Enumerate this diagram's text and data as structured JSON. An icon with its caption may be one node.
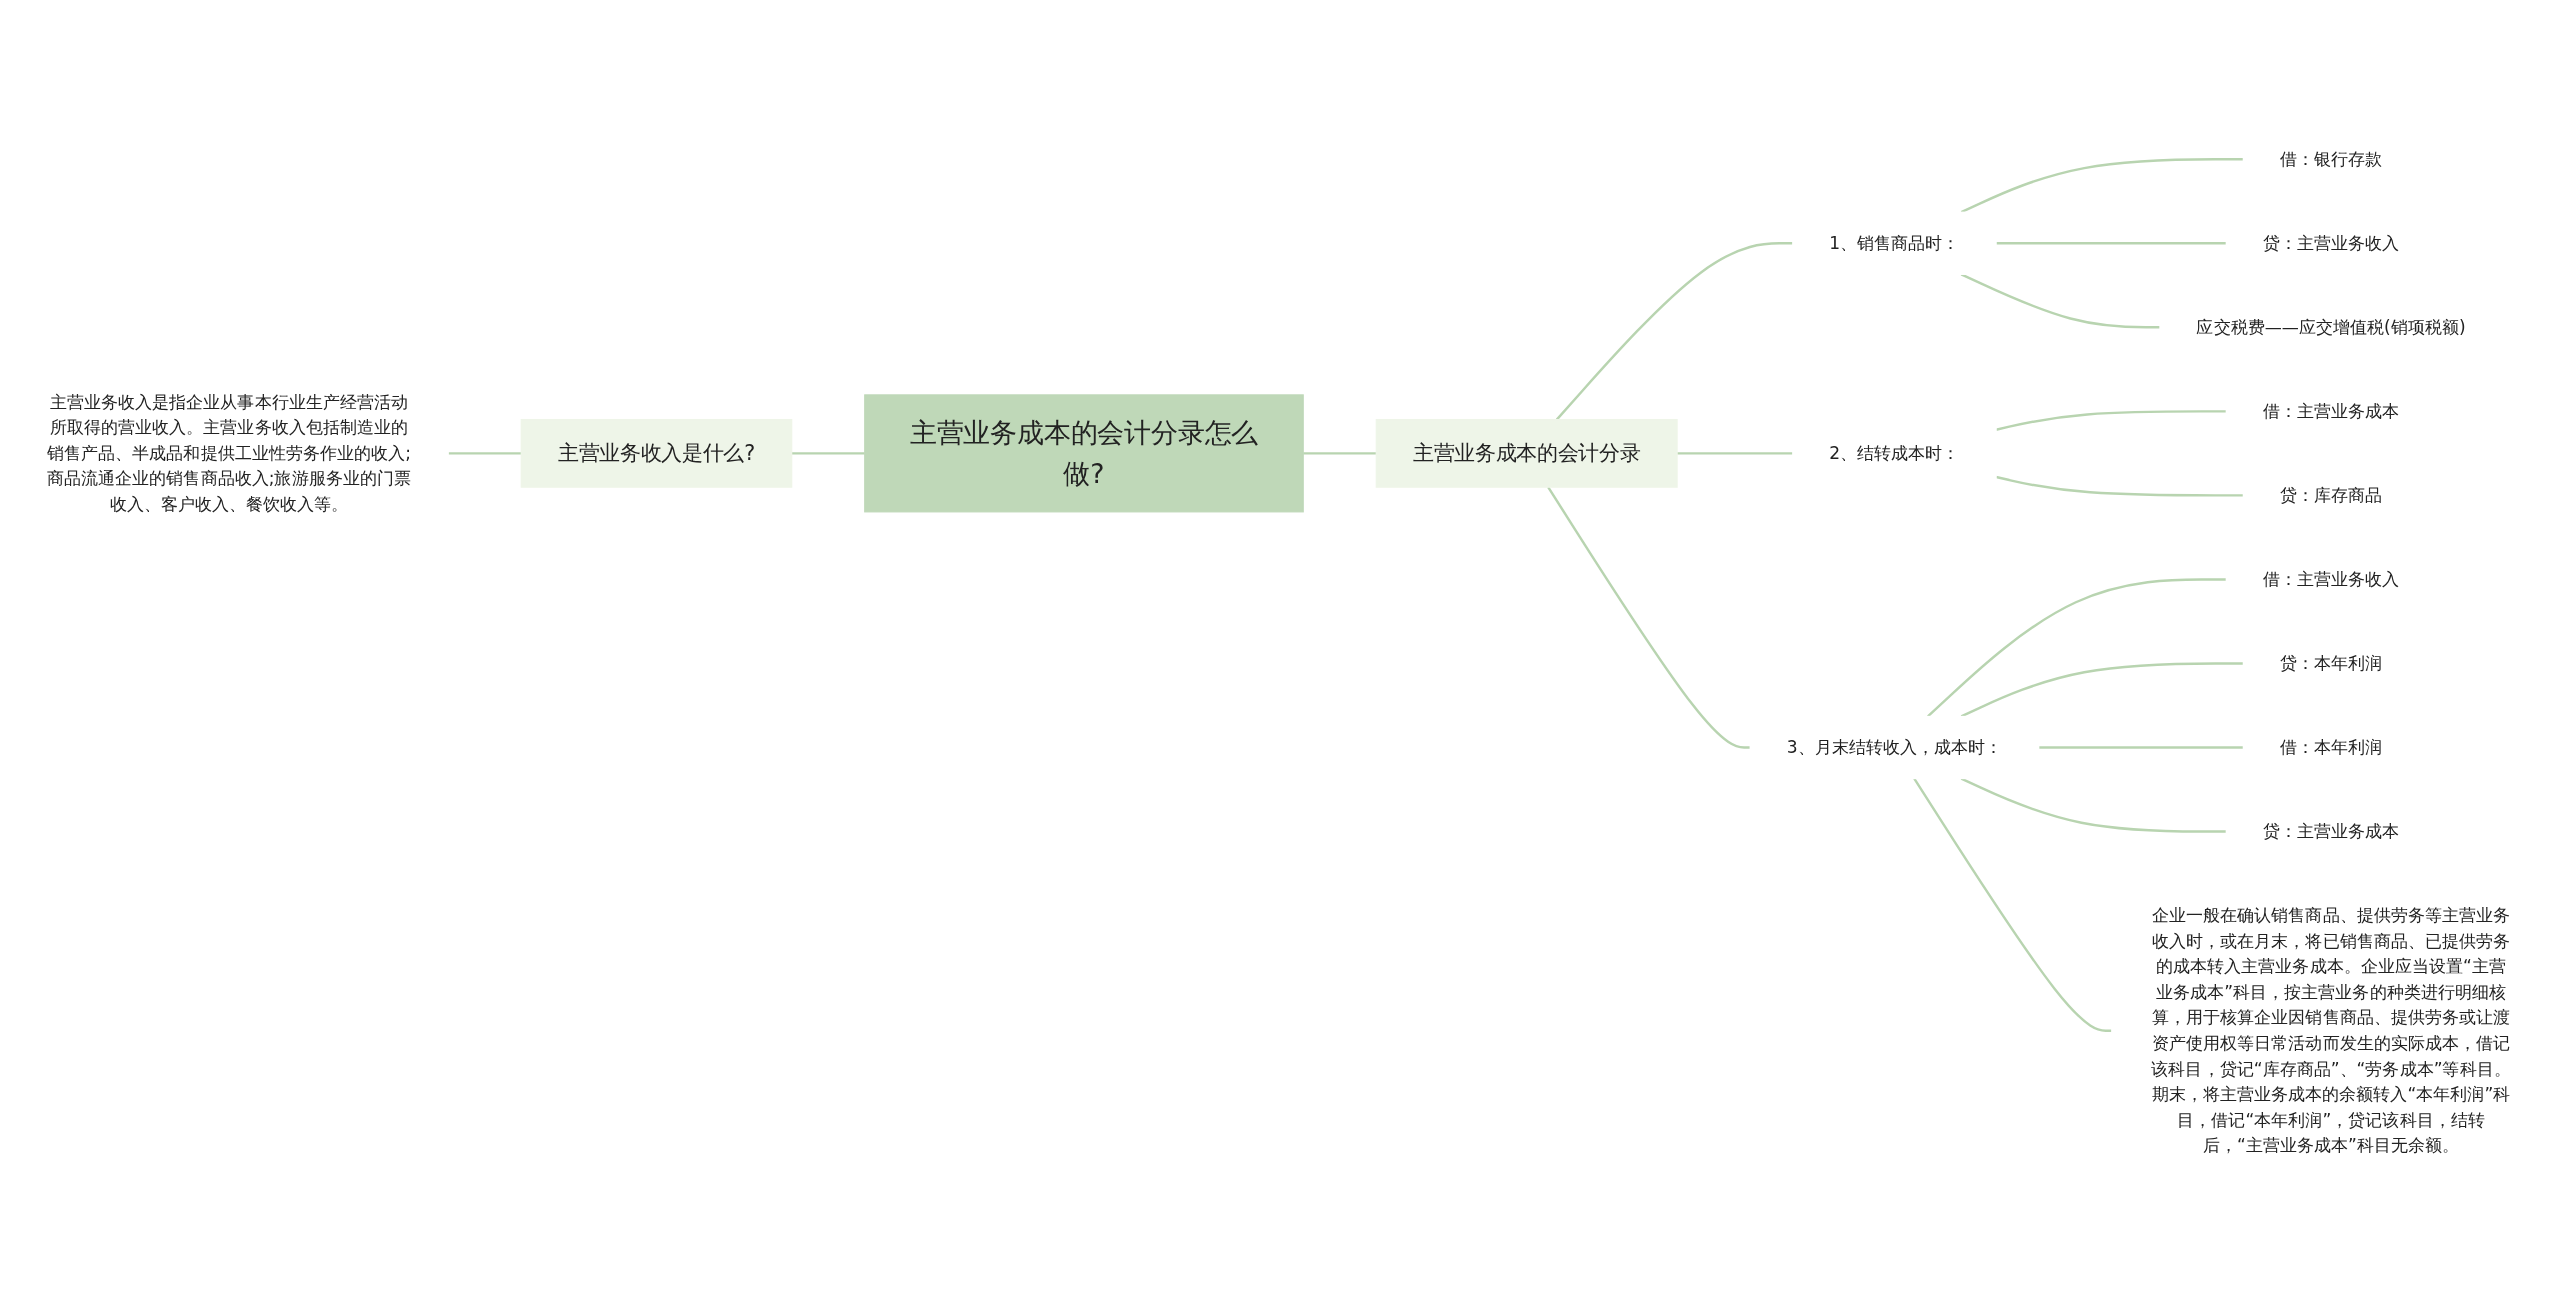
{
  "diagram": {
    "nodes": [
      {
        "text": [
          "主营业务成本的会计分录怎么做?"
        ]
      },
      {
        "text": [
          "主营业务收入是什么?"
        ]
      },
      {
        "text": [
          "主营业务收入是指企业从事本行业生产经营活动所取得的营业收入。主营业务收入包括制造业的销售产品、半成品和提供工业性劳务作业的收入;商品流通企业的销售商品收入;旅游服务业的门票收入、客户收入、餐饮收入等。"
        ]
      },
      {
        "text": [
          "主营业务成本的会计分录"
        ]
      },
      {
        "text": [
          "1、销售商品时："
        ]
      },
      {
        "text": [
          "借：银行存款"
        ]
      },
      {
        "text": [
          "贷：主营业务收入"
        ]
      },
      {
        "text": [
          "应交税费——应交增值税(销项税额)"
        ]
      },
      {
        "text": [
          "2、结转成本时："
        ]
      },
      {
        "text": [
          "借：主营业务成本"
        ]
      },
      {
        "text": [
          "贷：库存商品"
        ]
      },
      {
        "text": [
          "3、月末结转收入，成本时："
        ]
      },
      {
        "text": [
          "借：主营业务收入"
        ]
      },
      {
        "text": [
          "贷：本年利润"
        ]
      },
      {
        "text": [
          "借：本年利润"
        ]
      },
      {
        "text": [
          "贷：主营业务成本"
        ]
      },
      {
        "text": [
          "企业一般在确认销售商品、提供劳务等主营业务收入时，或在月末，将已销售商品、已提供劳务的成本转入主营业务成本。企业应当设置“主营业务成本”科目，按主营业务的种类进行明细核算，用于核算企业因销售商品、提供劳务或让渡资产使用权等日常活动而发生的实际成本，借记该科目，贷记“库存商品”、“劳务成本”等科目。期末，将主营业务成本的余额转入“本年利润”科目，借记“本年利润”，贷记该科目，结转后，“主营业务成本”科目无余额。"
        ]
      }
    ],
    "edges": [
      {
        "from": 2,
        "to": 1,
        "arrow": "none"
      },
      {
        "from": 1,
        "to": 0,
        "arrow": "none"
      },
      {
        "from": 0,
        "to": 3,
        "arrow": "none"
      },
      {
        "from": 3,
        "to": 4,
        "arrow": "none"
      },
      {
        "from": 3,
        "to": 8,
        "arrow": "none"
      },
      {
        "from": 3,
        "to": 11,
        "arrow": "none"
      },
      {
        "from": 4,
        "to": 5,
        "arrow": "none"
      },
      {
        "from": 4,
        "to": 6,
        "arrow": "none"
      },
      {
        "from": 4,
        "to": 7,
        "arrow": "none"
      },
      {
        "from": 8,
        "to": 9,
        "arrow": "none"
      },
      {
        "from": 8,
        "to": 10,
        "arrow": "none"
      },
      {
        "from": 11,
        "to": 12,
        "arrow": "none"
      },
      {
        "from": 11,
        "to": 13,
        "arrow": "none"
      },
      {
        "from": 11,
        "to": 14,
        "arrow": "none"
      },
      {
        "from": 11,
        "to": 15,
        "arrow": "none"
      },
      {
        "from": 11,
        "to": 16,
        "arrow": "none"
      }
    ]
  }
}
